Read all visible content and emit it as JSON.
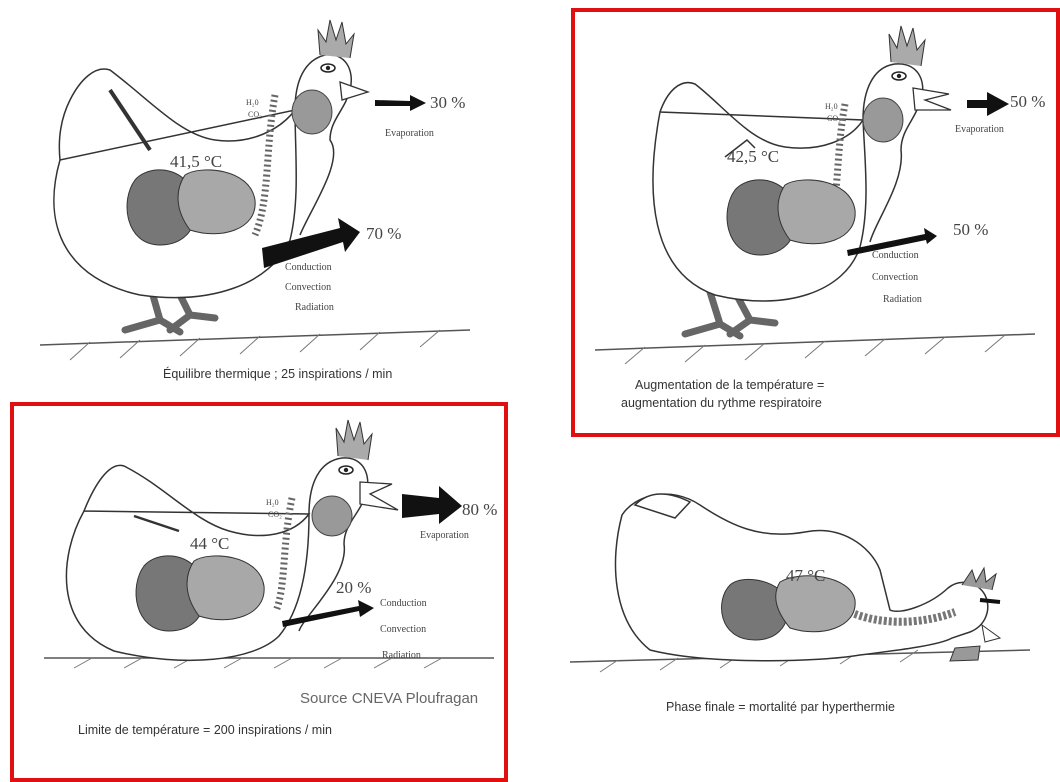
{
  "colors": {
    "highlight_border": "#e01010",
    "organ_dark": "#777777",
    "organ_light": "#a8a8a8",
    "arrow": "#111111"
  },
  "panels": [
    {
      "id": "equilibrium",
      "body_temp": "41,5 °C",
      "evaporation_pct": "30 %",
      "evaporation_label": "Evaporation",
      "other_pct": "70 %",
      "other_labels": [
        "Conduction",
        "Convection",
        "Radiation"
      ],
      "resp_labels": [
        "H₂0",
        "CO₂"
      ],
      "caption": "Équilibre thermique ; 25 inspirations / min",
      "highlighted": false
    },
    {
      "id": "temperature-increase",
      "body_temp": "42,5 °C",
      "evaporation_pct": "50 %",
      "evaporation_label": "Evaporation",
      "other_pct": "50 %",
      "other_labels": [
        "Conduction",
        "Convection",
        "Radiation"
      ],
      "resp_labels": [
        "H₂0",
        "CO₂"
      ],
      "caption_lines": [
        "Augmentation de la température =",
        "augmentation du rythme respiratoire"
      ],
      "highlighted": true
    },
    {
      "id": "temperature-limit",
      "body_temp": "44 °C",
      "evaporation_pct": "80 %",
      "evaporation_label": "Evaporation",
      "other_pct": "20 %",
      "other_labels": [
        "Conduction",
        "Convection",
        "Radiation"
      ],
      "resp_labels": [
        "H₂0",
        "CO₂"
      ],
      "source": "Source CNEVA Ploufragan",
      "caption": "Limite de température = 200 inspirations / min",
      "highlighted": true
    },
    {
      "id": "final-phase",
      "body_temp": "47 °C",
      "caption": "Phase finale = mortalité par hyperthermie",
      "highlighted": false
    }
  ]
}
